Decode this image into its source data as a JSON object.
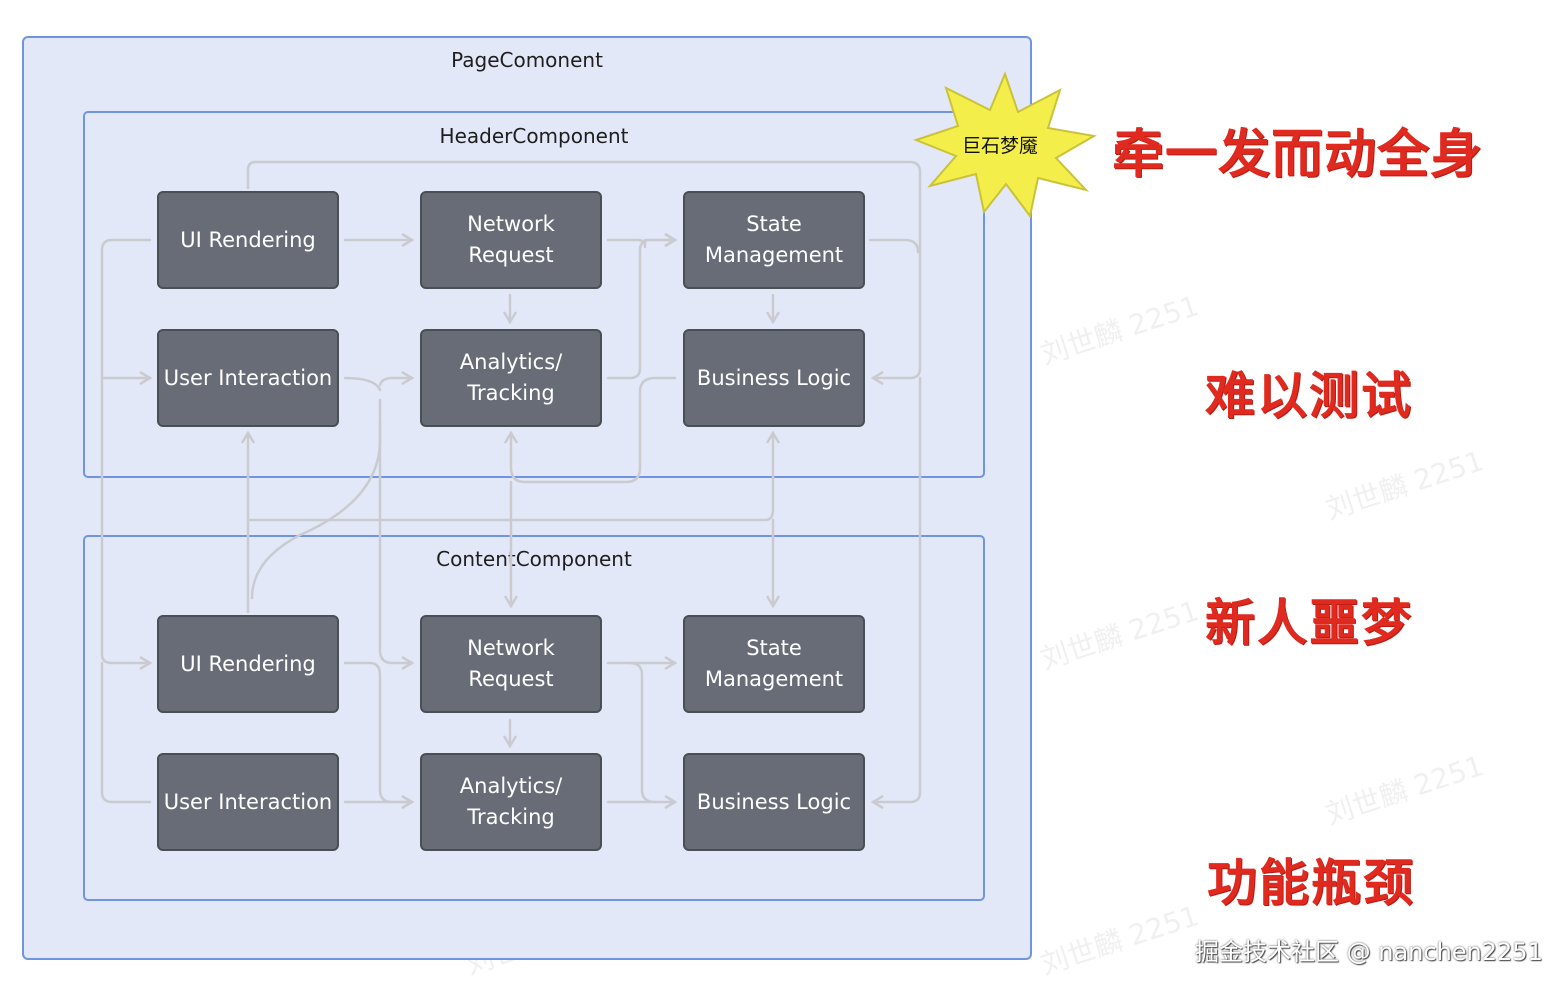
{
  "page": {
    "title": "PageComonent",
    "header": {
      "title": "HeaderComponent",
      "nodes": [
        {
          "label": "UI Rendering"
        },
        {
          "label": "Network\nRequest"
        },
        {
          "label": "State\nManagement"
        },
        {
          "label": "User Interaction"
        },
        {
          "label": "Analytics/\nTracking"
        },
        {
          "label": "Business Logic"
        }
      ]
    },
    "content": {
      "title": "ContentComponent",
      "nodes": [
        {
          "label": "UI Rendering"
        },
        {
          "label": "Network\nRequest"
        },
        {
          "label": "State\nManagement"
        },
        {
          "label": "User Interaction"
        },
        {
          "label": "Analytics/\nTracking"
        },
        {
          "label": "Business Logic"
        }
      ]
    }
  },
  "burst": {
    "label": "巨石梦魇",
    "fill": "#f4ee4a",
    "stroke": "#c9c23a"
  },
  "pain_points": [
    "牵一发而动全身",
    "难以测试",
    "新人噩梦",
    "功能瓶颈"
  ],
  "watermark": "刘世麟 2251",
  "credit": "掘金技术社区 @ nanchen2251",
  "colors": {
    "container_fill": "#e3e8f8",
    "container_stroke": "#6f94e0",
    "node_fill": "#676c76",
    "wire": "#c9cbd0",
    "pain": "#e02a1f"
  }
}
